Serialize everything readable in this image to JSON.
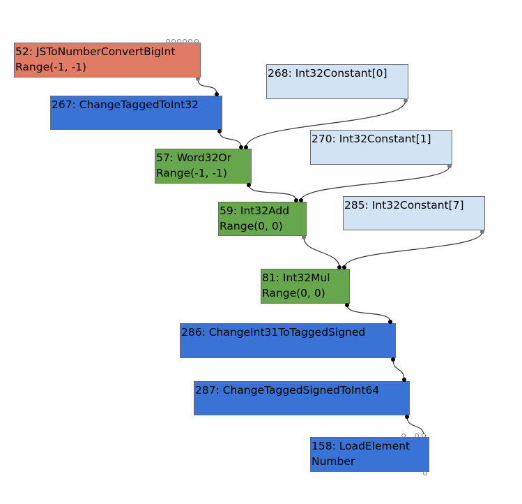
{
  "colors": {
    "js": "#e07c66",
    "simplified": "#3a73d6",
    "machine": "#66a64c",
    "constant": "#d2e3f4",
    "edge": "#333333"
  },
  "nodes": [
    {
      "id": "n52",
      "line1": "52: JSToNumberConvertBigInt",
      "line2": "Range(-1, -1)",
      "kind": "js"
    },
    {
      "id": "n267",
      "line1": "267: ChangeTaggedToInt32",
      "line2": "",
      "kind": "simplified"
    },
    {
      "id": "n268",
      "line1": "268: Int32Constant[0]",
      "line2": "",
      "kind": "constant"
    },
    {
      "id": "n57",
      "line1": "57: Word32Or",
      "line2": "Range(-1, -1)",
      "kind": "machine"
    },
    {
      "id": "n270",
      "line1": "270: Int32Constant[1]",
      "line2": "",
      "kind": "constant"
    },
    {
      "id": "n59",
      "line1": "59: Int32Add",
      "line2": "Range(0, 0)",
      "kind": "machine"
    },
    {
      "id": "n285",
      "line1": "285: Int32Constant[7]",
      "line2": "",
      "kind": "constant"
    },
    {
      "id": "n81",
      "line1": "81: Int32Mul",
      "line2": "Range(0, 0)",
      "kind": "machine"
    },
    {
      "id": "n286",
      "line1": "286: ChangeInt31ToTaggedSigned",
      "line2": "",
      "kind": "simplified"
    },
    {
      "id": "n287",
      "line1": "287: ChangeTaggedSignedToInt64",
      "line2": "",
      "kind": "simplified"
    },
    {
      "id": "n158",
      "line1": "158: LoadElement",
      "line2": "Number",
      "kind": "simplified"
    }
  ],
  "edges": [
    {
      "from": "n52",
      "to": "n267",
      "input": 0
    },
    {
      "from": "n267",
      "to": "n57",
      "input": 0
    },
    {
      "from": "n268",
      "to": "n57",
      "input": 1
    },
    {
      "from": "n57",
      "to": "n59",
      "input": 0
    },
    {
      "from": "n270",
      "to": "n59",
      "input": 1
    },
    {
      "from": "n59",
      "to": "n81",
      "input": 0
    },
    {
      "from": "n285",
      "to": "n81",
      "input": 1
    },
    {
      "from": "n81",
      "to": "n286",
      "input": 0
    },
    {
      "from": "n286",
      "to": "n287",
      "input": 0
    },
    {
      "from": "n287",
      "to": "n158",
      "input": 0
    }
  ]
}
